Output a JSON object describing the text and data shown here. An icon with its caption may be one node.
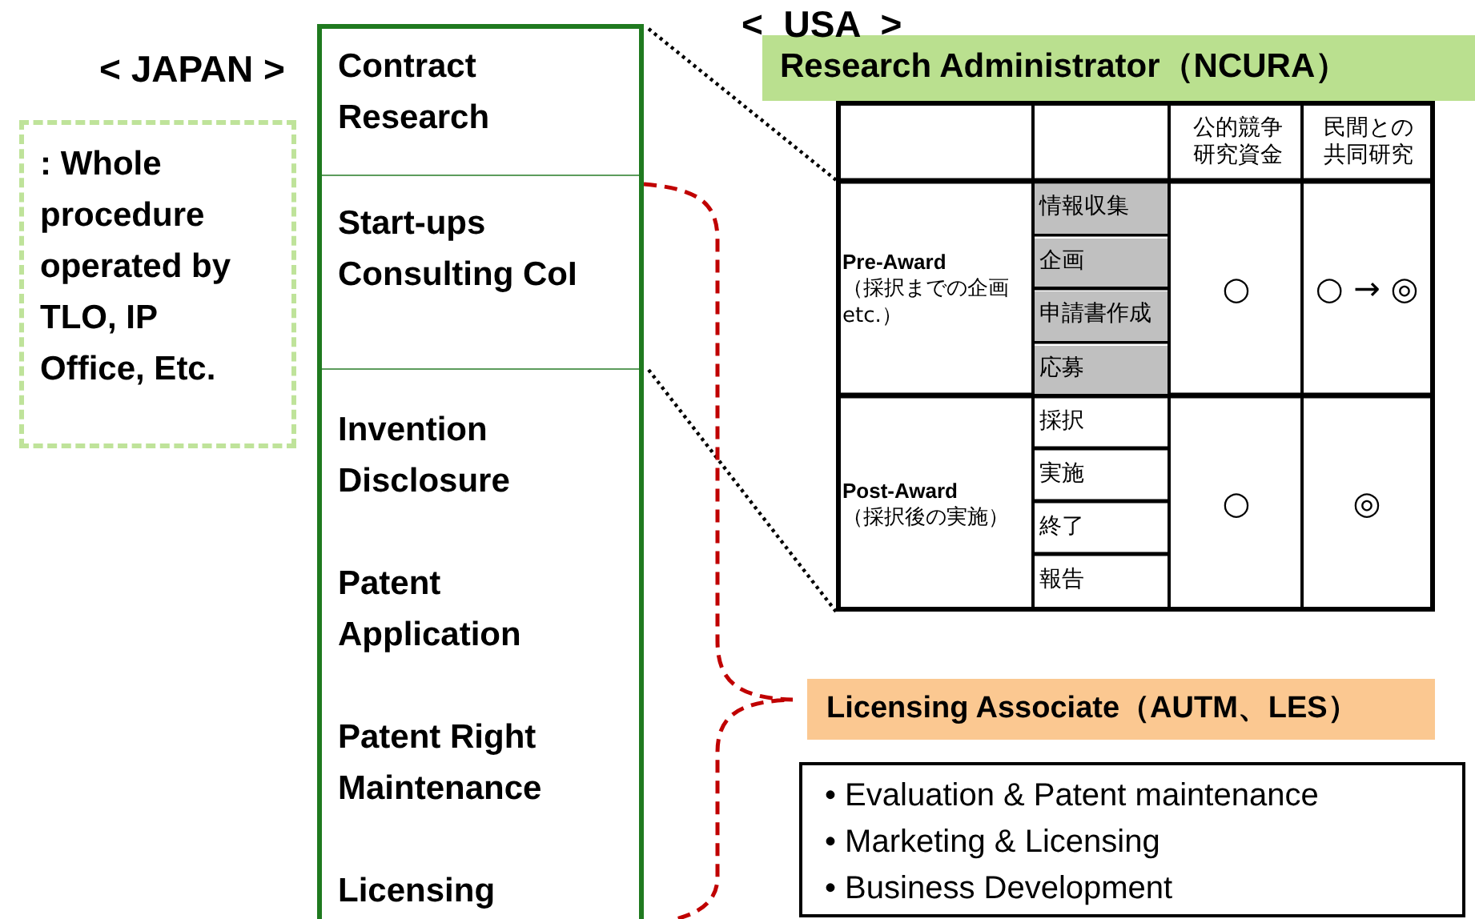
{
  "diagram": {
    "nodes": [
      {
        "text": [],
        "shape": "box"
      },
      {
        "text": [
          "Contract Research"
        ],
        "in": 0
      },
      {
        "text": [
          "Start-ups Consulting CoI"
        ],
        "in": 0
      },
      {
        "text": [
          "Invention Disclosure",
          "Patent Application",
          "Patent Right Maintenance",
          "Licensing"
        ],
        "in": 0
      },
      {
        "text": [
          ": Whole procedure operated by TLO, IP Office, Etc."
        ]
      },
      {
        "text": [
          "Research Administrator（NCURA）"
        ]
      },
      {
        "text": [],
        "shape": "box"
      },
      {
        "text": [
          "Licensing Associate（AUTM、LES）"
        ]
      },
      {
        "text": [
          "• Evaluation & Patent maintenance",
          "• Marketing & Licensing",
          "• Business Development"
        ]
      }
    ],
    "edges": [
      {
        "from": 1,
        "to": 6,
        "arrow": "none",
        "style": "dashed"
      },
      {
        "from": 2,
        "to": 6,
        "arrow": "none",
        "style": "dashed"
      }
    ],
    "labels": [
      "< JAPAN >",
      "<  USA  >",
      "公的競争研究資金",
      "民間との共同研究",
      "Pre-Award",
      "（採択までの企画etc.）",
      "情報収集",
      "○",
      "○ → ◎",
      "企画",
      "申請書作成",
      "応募",
      "Post-Award",
      "（採択後の実施）",
      "採択",
      "○",
      "◎",
      "実施",
      "終了",
      "報告"
    ]
  }
}
